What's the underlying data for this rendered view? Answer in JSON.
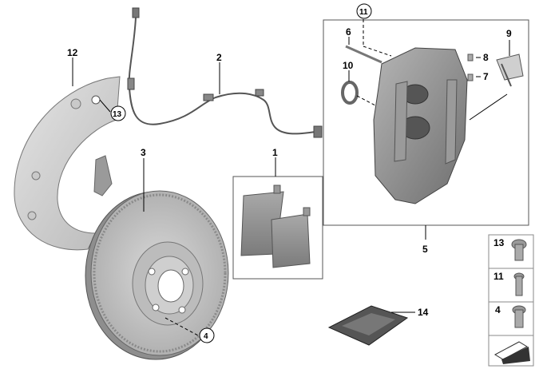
{
  "callouts": {
    "c1": "1",
    "c2": "2",
    "c3": "3",
    "c4": "4",
    "c5": "5",
    "c6": "6",
    "c7": "7",
    "c8": "8",
    "c9": "9",
    "c10": "10",
    "c11": "11",
    "c12": "12",
    "c13": "13",
    "c14": "14"
  },
  "fastener_panel": [
    {
      "label": "13"
    },
    {
      "label": "11"
    },
    {
      "label": "4"
    }
  ],
  "watermark": "",
  "colors": {
    "metal_light": "#d6d6d6",
    "metal_mid": "#a8a8a8",
    "metal_dark": "#6f6f6f",
    "caliper": "#8d8d8d",
    "line": "#000000"
  }
}
